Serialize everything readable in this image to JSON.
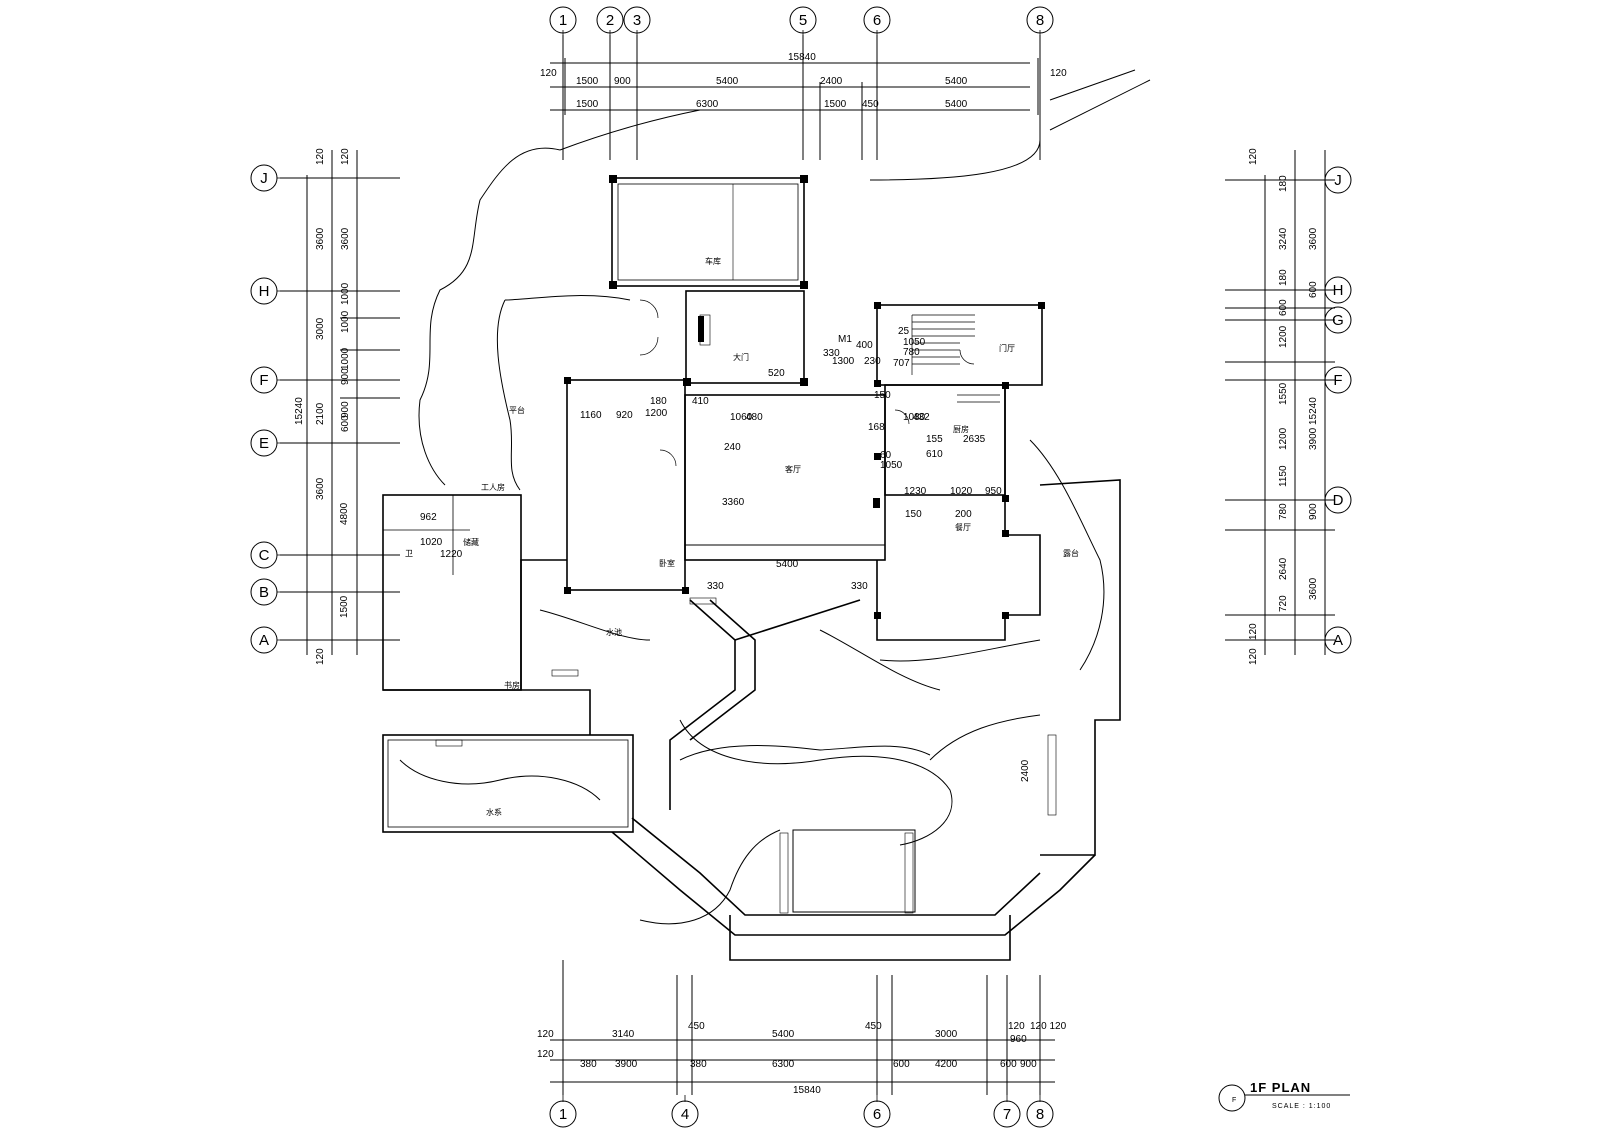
{
  "drawing": {
    "title": "1F PLAN",
    "scale": "SCALE : 1:100",
    "callout_mark": "F"
  },
  "grid": {
    "top_bubbles": [
      "1",
      "2",
      "3",
      "5",
      "6",
      "8"
    ],
    "bottom_bubbles": [
      "1",
      "4",
      "6",
      "7",
      "8"
    ],
    "left_bubbles": [
      "J",
      "H",
      "F",
      "E",
      "C",
      "B",
      "A"
    ],
    "right_bubbles": [
      "J",
      "H",
      "G",
      "F",
      "D",
      "A"
    ]
  },
  "dimensions": {
    "top_total": "15840",
    "top_row1": [
      "120",
      "1500",
      "900",
      "5400",
      "2400",
      "5400",
      "120"
    ],
    "top_row2": [
      "1500",
      "6300",
      "1500",
      "450",
      "5400"
    ],
    "bottom_total": "15840",
    "bottom_row1": [
      "120",
      "3140",
      "450",
      "5400",
      "450",
      "3000",
      "120",
      "120 120"
    ],
    "bottom_row2": [
      "120",
      "380",
      "3900",
      "380",
      "6300",
      "600",
      "4200",
      "600",
      "960",
      "900"
    ],
    "left_outer": [
      "120",
      "3600",
      "3000",
      "15240",
      "2100",
      "3600",
      "4800",
      "1500",
      "120"
    ],
    "left_inner": [
      "120",
      "3600",
      "1000",
      "1000",
      "1000",
      "900",
      "900",
      "600"
    ],
    "right_outer": [
      "120",
      "3600",
      "600",
      "15240",
      "3900",
      "900",
      "3600"
    ],
    "right_inner": [
      "180",
      "3240",
      "180",
      "600",
      "1200",
      "1550",
      "1200",
      "1150",
      "780",
      "2640",
      "720",
      "120",
      "120"
    ]
  },
  "room_dims": [
    "M1",
    "400",
    "1050",
    "330",
    "1300",
    "230",
    "707",
    "780",
    "25",
    "520",
    "150",
    "180",
    "1200",
    "1160",
    "920",
    "410",
    "1060",
    "480",
    "240",
    "3360",
    "168",
    "1080",
    "432",
    "155",
    "610",
    "2635",
    "60",
    "1050",
    "1230",
    "1020",
    "950",
    "150",
    "200",
    "5400",
    "330",
    "330",
    "962",
    "1020",
    "1220",
    "2400"
  ],
  "room_labels": [
    "车库",
    "大门",
    "客厅",
    "厨房",
    "卧室",
    "餐厅",
    "水池",
    "露台",
    "书房",
    "卫",
    "储藏",
    "门厅",
    "工人房",
    "平台",
    "水系"
  ]
}
